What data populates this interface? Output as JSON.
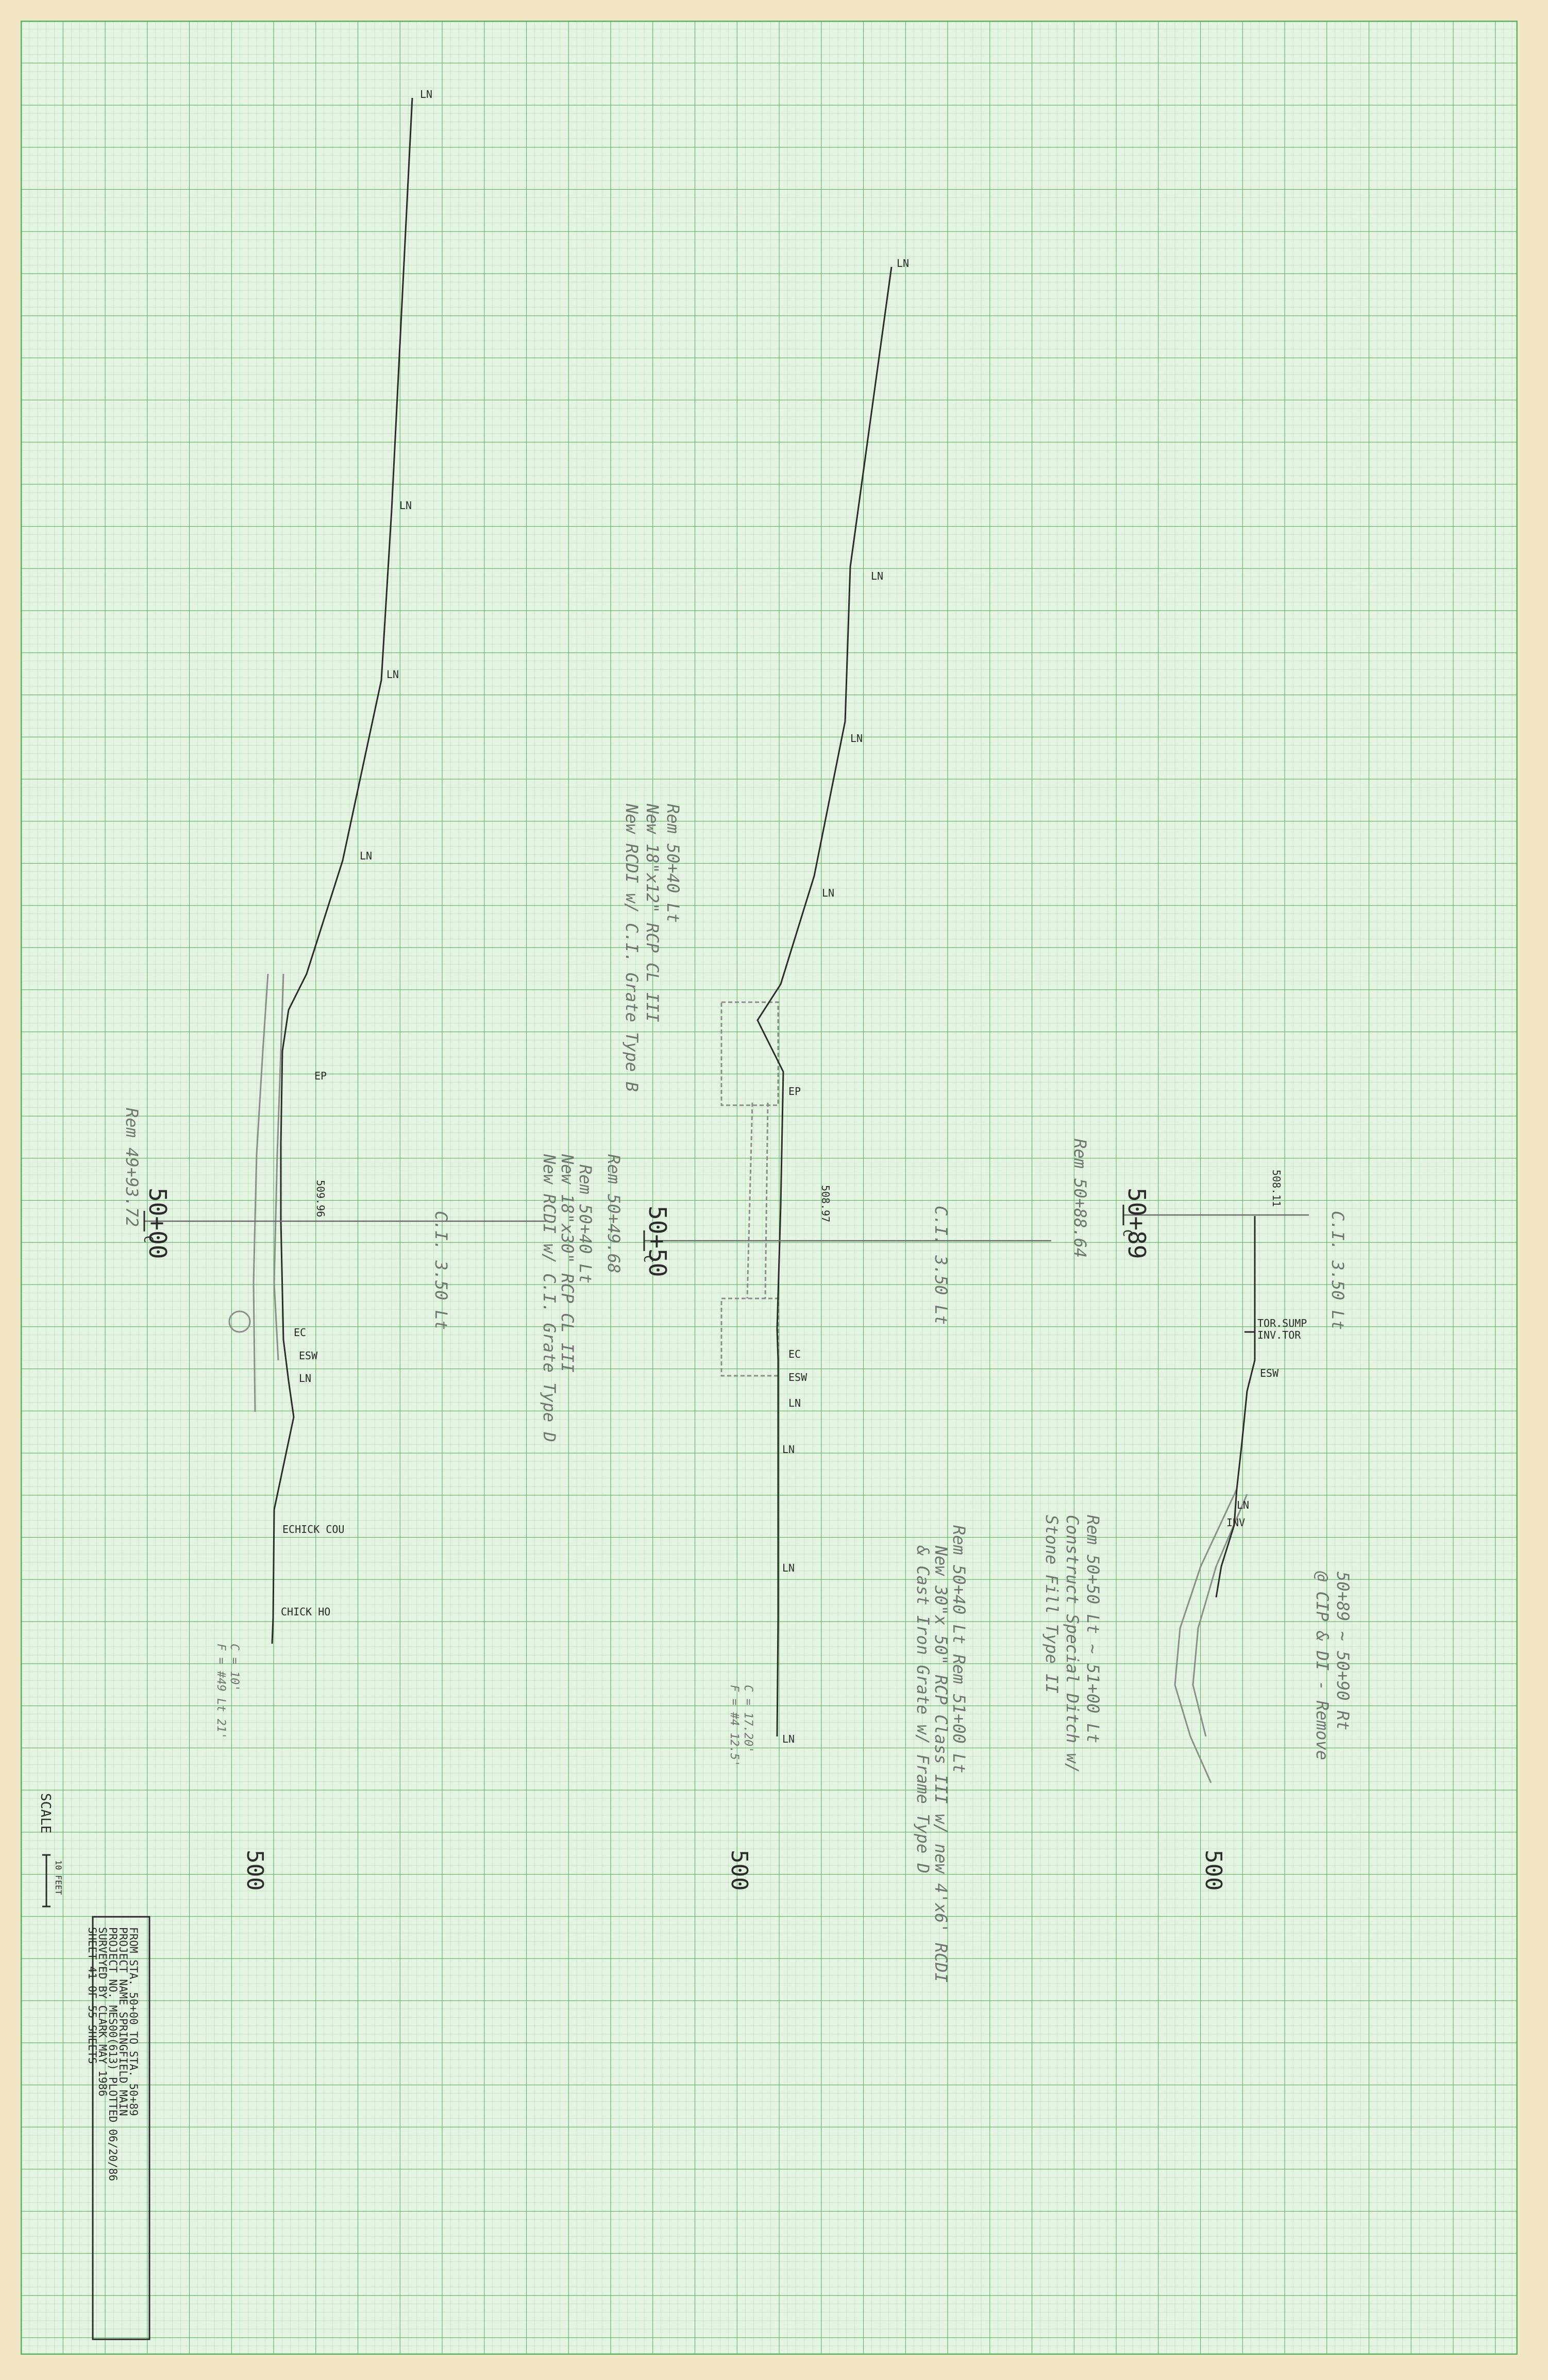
{
  "profile_labels": {
    "left": [
      "LN",
      "LN",
      "LN",
      "LN",
      "EP",
      "EC",
      "ESW",
      "LN",
      "ECHICK COU",
      "CHICK HO"
    ],
    "middle": [
      "LN",
      "LN",
      "LN",
      "LN",
      "EP",
      "EC",
      "ESW",
      "LN",
      "LN",
      "LN",
      "LN"
    ],
    "right": [
      "TOR.SUMP",
      "INV.TOR",
      "ESW",
      "LN",
      "INV"
    ]
  },
  "stations": [
    "50+00",
    "50+50",
    "50+89"
  ],
  "elevation_labels": [
    "500",
    "500",
    "500"
  ],
  "crossing_values": [
    "509.96",
    "508.97",
    "508.11"
  ],
  "centerline_symbol": "C",
  "scale": {
    "label": "SCALE",
    "bar_label": "10 FEET"
  },
  "title_block": {
    "lines": [
      "FROM STA.  50+00            TO STA.  50+89",
      "PROJECT NAME    SPRINGFIELD    MAIN",
      "PROJECT NO.     MES00(613)     PLOTTED 06/20/86",
      "SURVEYED BY     CLARK          MAY 1986",
      "SHEET 41  OF  55  SHEETS"
    ]
  },
  "handwritten_notes": {
    "left": [
      "Rem 50+40 Lt",
      "New 18\"x12\" RCP CL III",
      "New RCDI w/ C.I. Grate Type B",
      "Rem 49+93.72",
      "Rem 50+40 Lt",
      "New 18\"x30\" RCP CL III",
      "New RCDI w/ C.I. Grate Type D",
      "C.I. 3.50 Lt",
      "C = 10'",
      "F = #49 Lt 21'"
    ],
    "middle": [
      "Rem 50+49.68",
      "C.I. 3.50 Lt",
      "Rem 50+40 Lt  Rem 51+00 Lt",
      "New 30\"x 50\" RCP Class III w/ new 4'x6' RCDI",
      "& Cast Iron Grate w/ Frame Type D",
      "C = 17.20'",
      "F = #4 12.5'"
    ],
    "right": [
      "Rem 50+88.64",
      "C.I. 3.50 Lt",
      "Rem 50+50 Lt ~ 51+00 Lt",
      "Construct Special Ditch w/",
      "Stone Fill Type II",
      "50+89 ~ 50+90 Rt",
      "@ CIP & DI - Remove"
    ]
  },
  "colors": {
    "paper": "#f3e6c7",
    "grid_bg": "#e5f3e2",
    "grid_fine": "#a8d8a4",
    "grid_major": "#57b35e",
    "ink": "#2b2b2b",
    "pencil": "#8a8f8a"
  }
}
